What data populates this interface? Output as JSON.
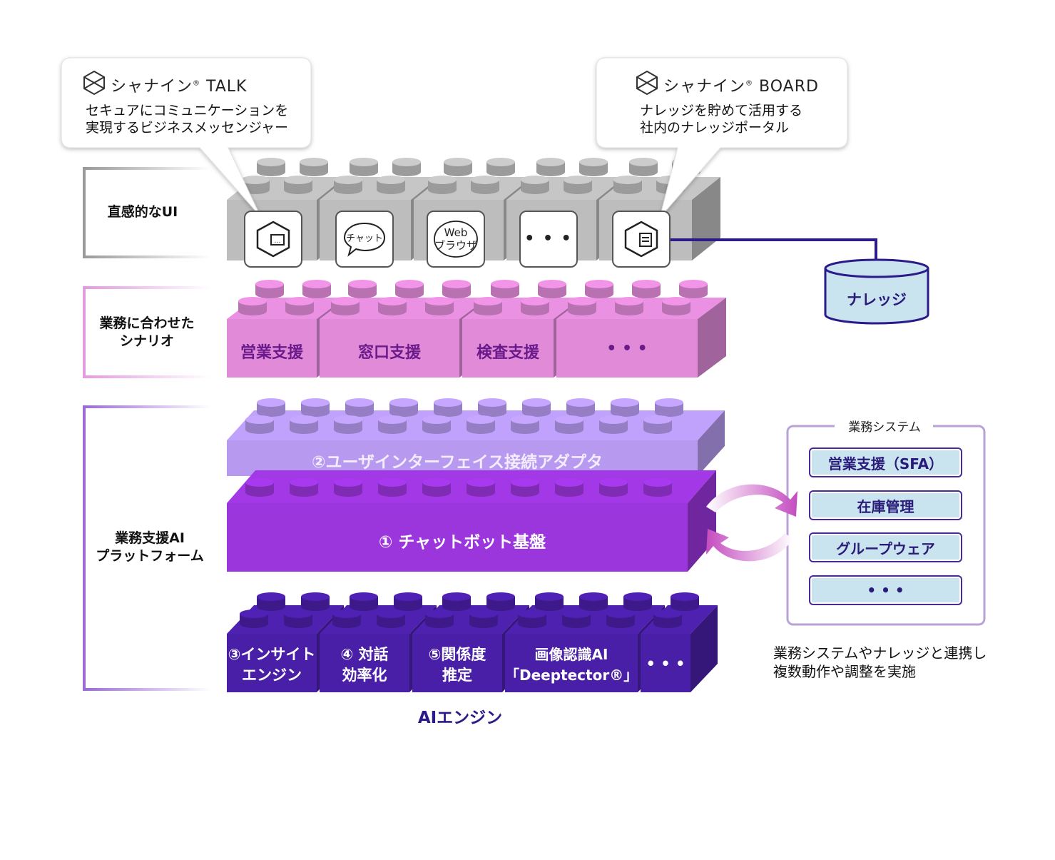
{
  "layers": {
    "ui_label": "直感的なUI",
    "scenario_label": "業務に合わせた\nシナリオ",
    "platform_label": "業務支援AI\nプラットフォーム"
  },
  "talk_bubble": {
    "brand": "シャナイン",
    "product": "TALK",
    "description": "セキュアにコミュニケーションを\n実現するビジネスメッセンジャー"
  },
  "board_bubble": {
    "brand": "シャナイン",
    "product": "BOARD",
    "description": "ナレッジを貯めて活用する\n社内のナレッジポータル"
  },
  "ui_icons": [
    {
      "label": "",
      "icon": "messenger-cube-icon"
    },
    {
      "label": "チャット",
      "icon": "chat-bubble-icon"
    },
    {
      "label": "Web\nブラウザ",
      "icon": "web-browser-icon"
    },
    {
      "label": "• • •",
      "icon": "more-icon"
    },
    {
      "label": "",
      "icon": "board-cube-icon"
    }
  ],
  "knowledge_db": "ナレッジ",
  "scenarios": [
    "営業支援",
    "窓口支援",
    "検査支援",
    "• • •"
  ],
  "adapter_block": "②ユーザインターフェイス接続アダプタ",
  "chatbot_block": "① チャットボット基盤",
  "engines": [
    {
      "label": "③インサイト\nエンジン"
    },
    {
      "label": "④ 対話\n効率化"
    },
    {
      "label": "⑤関係度\n推定"
    },
    {
      "label": "画像認識AI\n「Deeptector®」"
    },
    {
      "label": "• • •"
    }
  ],
  "ai_engine_label": "AIエンジン",
  "business_system": {
    "title": "業務システム",
    "items": [
      "営業支援（SFA）",
      "在庫管理",
      "グループウェア",
      "• • •"
    ],
    "caption": "業務システムやナレッジと連携し\n複数動作や調整を実施"
  },
  "colors": {
    "gray_block": "#bdbdbd",
    "pink_block": "#e08ad8",
    "lilac_block": "#b79af0",
    "violet_block": "#9b35dc",
    "indigo_block": "#4a1fa8",
    "db_fill": "#c9e4ef",
    "line_navy": "#2a1a8a"
  }
}
